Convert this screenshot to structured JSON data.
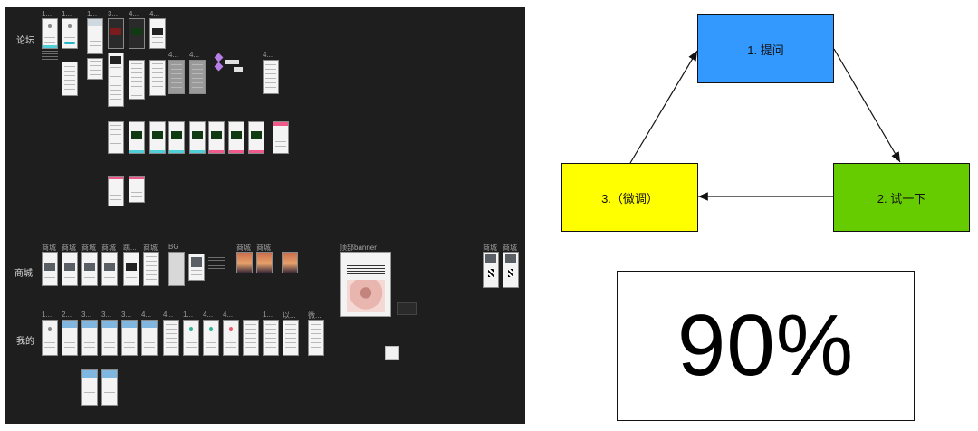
{
  "canvas": {
    "sections": {
      "forum": "论坛",
      "mall": "商城",
      "mine": "我的"
    },
    "frame_titles": {
      "mall_row": [
        "商城",
        "商城",
        "商城",
        "商城",
        "跳...",
        "商城",
        "BG",
        "商城",
        "商城"
      ],
      "mall_right": [
        "商城",
        "商城"
      ],
      "banner": "顶部banner",
      "forum_row": [
        "1...",
        "1...",
        "1...",
        "3...",
        "4...",
        "4..."
      ],
      "mine_row": [
        "1...",
        "2...",
        "3...",
        "3...",
        "3...",
        "4...",
        "4...",
        "1...",
        "4...",
        "4...",
        "1...",
        "以...",
        "微..."
      ]
    }
  },
  "diagram": {
    "step1": "1. 提问",
    "step2": "2. 试一下",
    "step3": "3.（微调）",
    "percent": "90%"
  },
  "colors": {
    "step1_fill": "#3399ff",
    "step2_fill": "#66cc00",
    "step3_fill": "#ffff00",
    "canvas_bg": "#1e1e1e"
  }
}
